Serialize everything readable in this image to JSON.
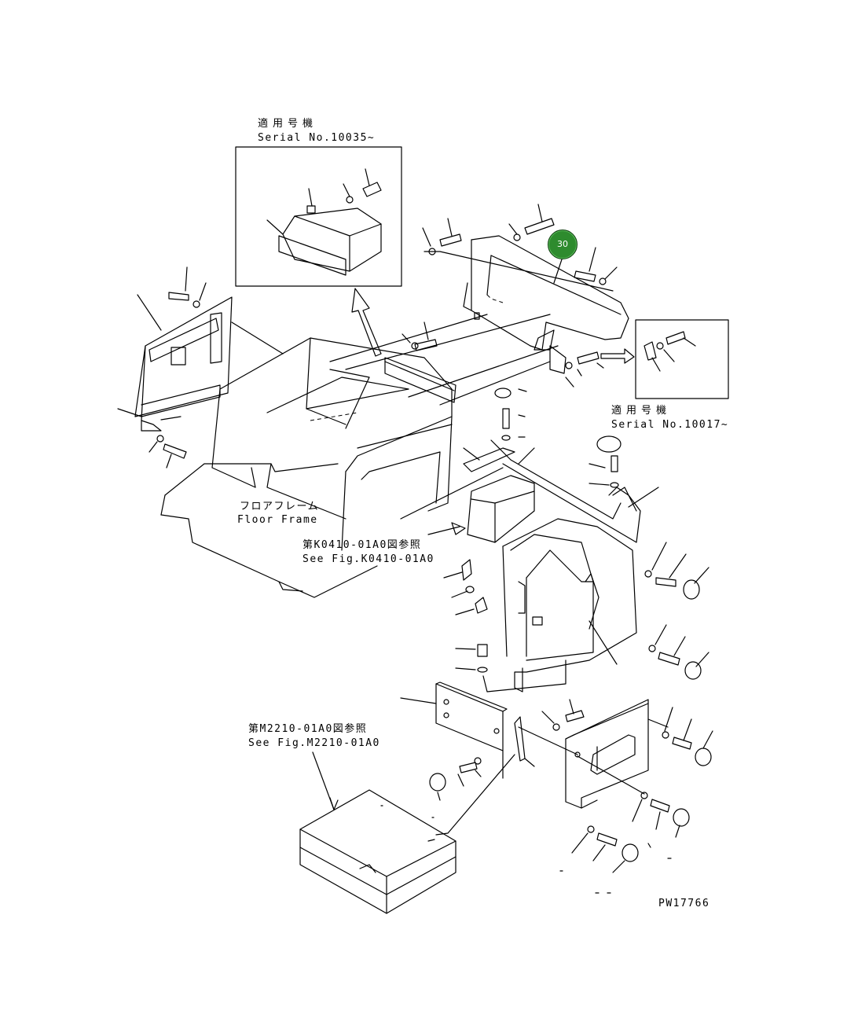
{
  "inset_top": {
    "jp_label": "適用号機",
    "serial_label": "Serial No.10035~"
  },
  "inset_right": {
    "jp_label": "適用号機",
    "serial_label": "Serial No.10017~"
  },
  "floor_frame": {
    "jp_label": "フロアフレーム",
    "en_label": "Floor Frame"
  },
  "ref_k0410": {
    "jp_label": "第K0410-01A0図参照",
    "en_label": "See Fig.K0410-01A0"
  },
  "ref_m2210": {
    "jp_label": "第M2210-01A0図参照",
    "en_label": "See Fig.M2210-01A0"
  },
  "callout": {
    "number": "30",
    "color": "#2e8b2e"
  },
  "drawing_number": "PW17766"
}
